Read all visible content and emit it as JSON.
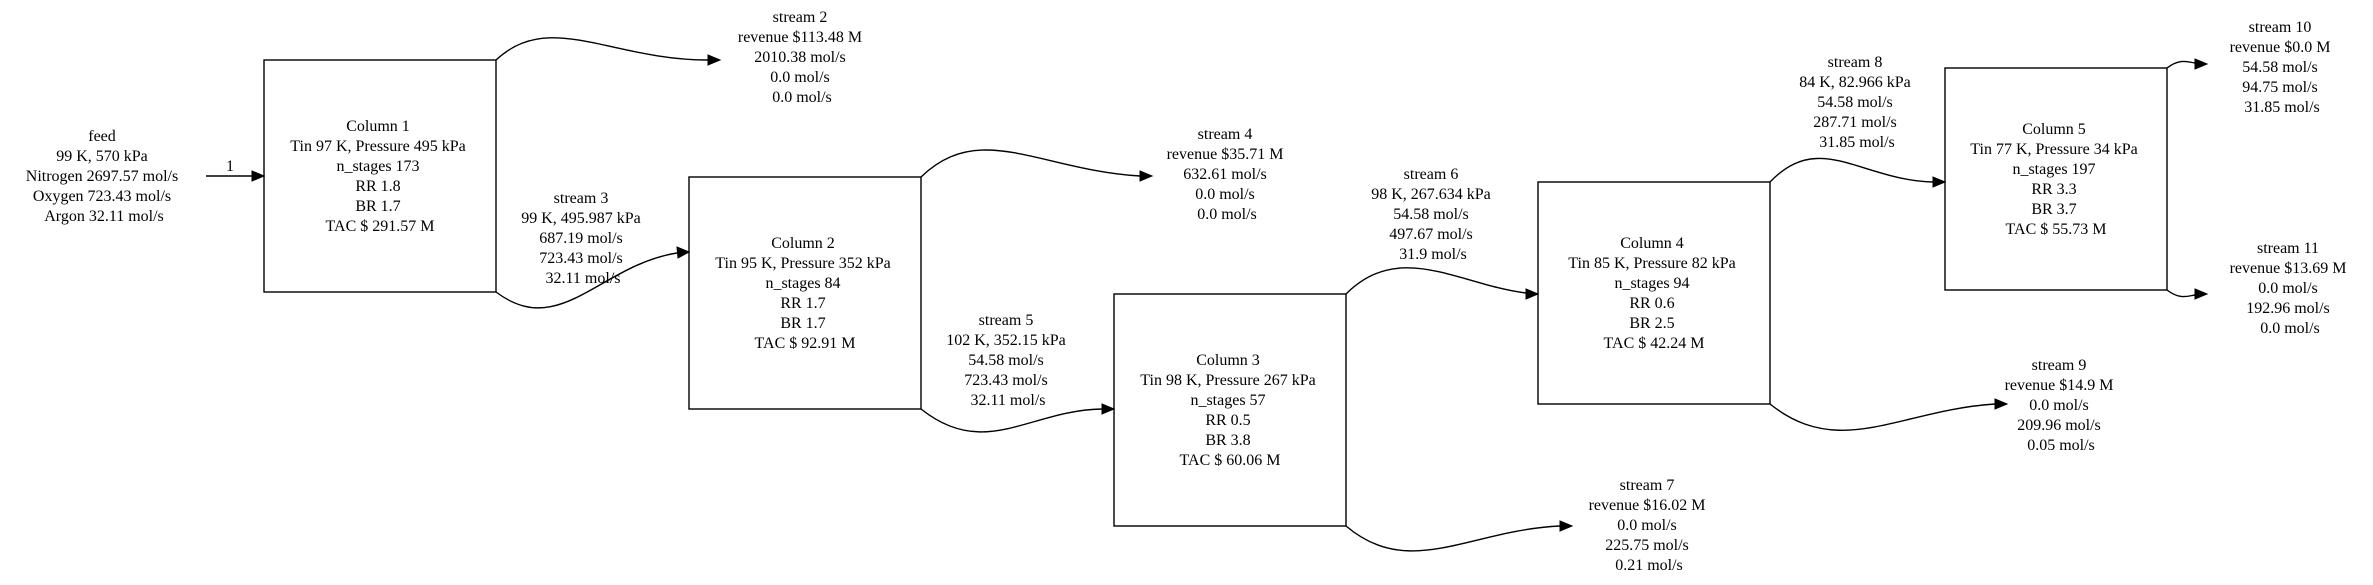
{
  "feed": {
    "lines": [
      "feed",
      "99 K, 570 kPa",
      "Nitrogen 2697.57 mol/s",
      "Oxygen 723.43 mol/s",
      "Argon 32.11 mol/s"
    ],
    "edge_label": "1"
  },
  "columns": [
    {
      "id": "column-1",
      "lines": [
        "Column 1",
        "Tin 97 K, Pressure 495 kPa",
        "n_stages 173",
        "RR 1.8",
        "BR 1.7",
        "TAC $ 291.57 M"
      ]
    },
    {
      "id": "column-2",
      "lines": [
        "Column 2",
        "Tin 95 K, Pressure 352 kPa",
        "n_stages 84",
        "RR 1.7",
        "BR 1.7",
        "TAC $ 92.91 M"
      ]
    },
    {
      "id": "column-3",
      "lines": [
        "Column 3",
        "Tin 98 K, Pressure 267 kPa",
        "n_stages 57",
        "RR 0.5",
        "BR 3.8",
        "TAC $ 60.06 M"
      ]
    },
    {
      "id": "column-4",
      "lines": [
        "Column 4",
        "Tin 85 K, Pressure 82 kPa",
        "n_stages 94",
        "RR 0.6",
        "BR 2.5",
        "TAC $ 42.24 M"
      ]
    },
    {
      "id": "column-5",
      "lines": [
        "Column 5",
        "Tin 77 K, Pressure 34 kPa",
        "n_stages 197",
        "RR 3.3",
        "BR 3.7",
        "TAC $ 55.73 M"
      ]
    }
  ],
  "streams": [
    {
      "id": "stream-2",
      "lines": [
        "stream 2",
        "revenue $113.48 M",
        "2010.38 mol/s",
        "0.0 mol/s",
        "0.0 mol/s"
      ]
    },
    {
      "id": "stream-3",
      "lines": [
        "stream 3",
        "99 K, 495.987 kPa",
        "687.19 mol/s",
        "723.43 mol/s",
        "32.11 mol/s"
      ]
    },
    {
      "id": "stream-4",
      "lines": [
        "stream 4",
        "revenue $35.71 M",
        "632.61 mol/s",
        "0.0 mol/s",
        "0.0 mol/s"
      ]
    },
    {
      "id": "stream-5",
      "lines": [
        "stream 5",
        "102 K, 352.15 kPa",
        "54.58 mol/s",
        "723.43 mol/s",
        "32.11 mol/s"
      ]
    },
    {
      "id": "stream-6",
      "lines": [
        "stream 6",
        "98 K, 267.634 kPa",
        "54.58 mol/s",
        "497.67 mol/s",
        "31.9 mol/s"
      ]
    },
    {
      "id": "stream-7",
      "lines": [
        "stream 7",
        "revenue $16.02 M",
        "0.0 mol/s",
        "225.75 mol/s",
        "0.21 mol/s"
      ]
    },
    {
      "id": "stream-8",
      "lines": [
        "stream 8",
        "84 K, 82.966 kPa",
        "54.58 mol/s",
        "287.71 mol/s",
        "31.85 mol/s"
      ]
    },
    {
      "id": "stream-9",
      "lines": [
        "stream 9",
        "revenue $14.9 M",
        "0.0 mol/s",
        "209.96 mol/s",
        "0.05 mol/s"
      ]
    },
    {
      "id": "stream-10",
      "lines": [
        "stream 10",
        "revenue $0.0 M",
        "54.58 mol/s",
        "94.75 mol/s",
        "31.85 mol/s"
      ]
    },
    {
      "id": "stream-11",
      "lines": [
        "stream 11",
        "revenue $13.69 M",
        "0.0 mol/s",
        "192.96 mol/s",
        "0.0 mol/s"
      ]
    }
  ]
}
